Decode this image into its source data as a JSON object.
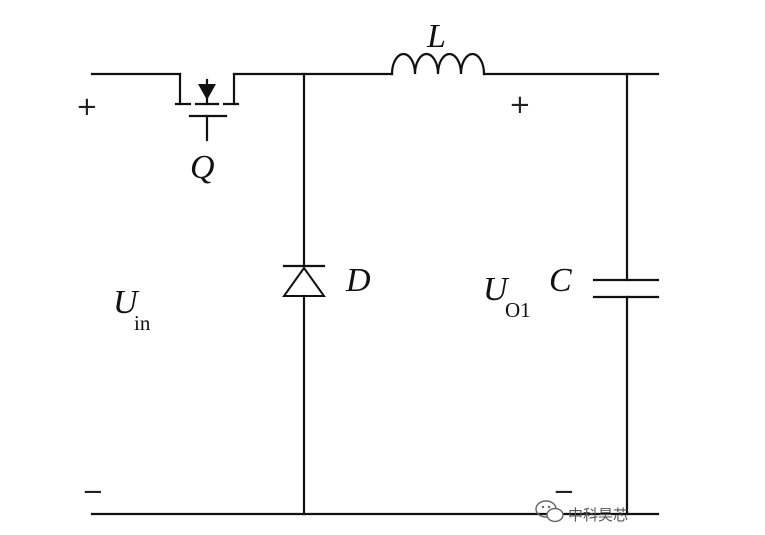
{
  "labels": {
    "switch": "Q",
    "inductor": "L",
    "diode": "D",
    "capacitor": "C",
    "input_voltage_main": "U",
    "input_voltage_sub": "in",
    "output_voltage_main": "U",
    "output_voltage_sub": "O1"
  },
  "polarity": {
    "input_plus": "+",
    "input_minus": "−",
    "output_plus": "+",
    "output_minus": "−"
  },
  "watermark": {
    "text": "中科昊芯",
    "icon": "wechat-official-account-icon"
  }
}
